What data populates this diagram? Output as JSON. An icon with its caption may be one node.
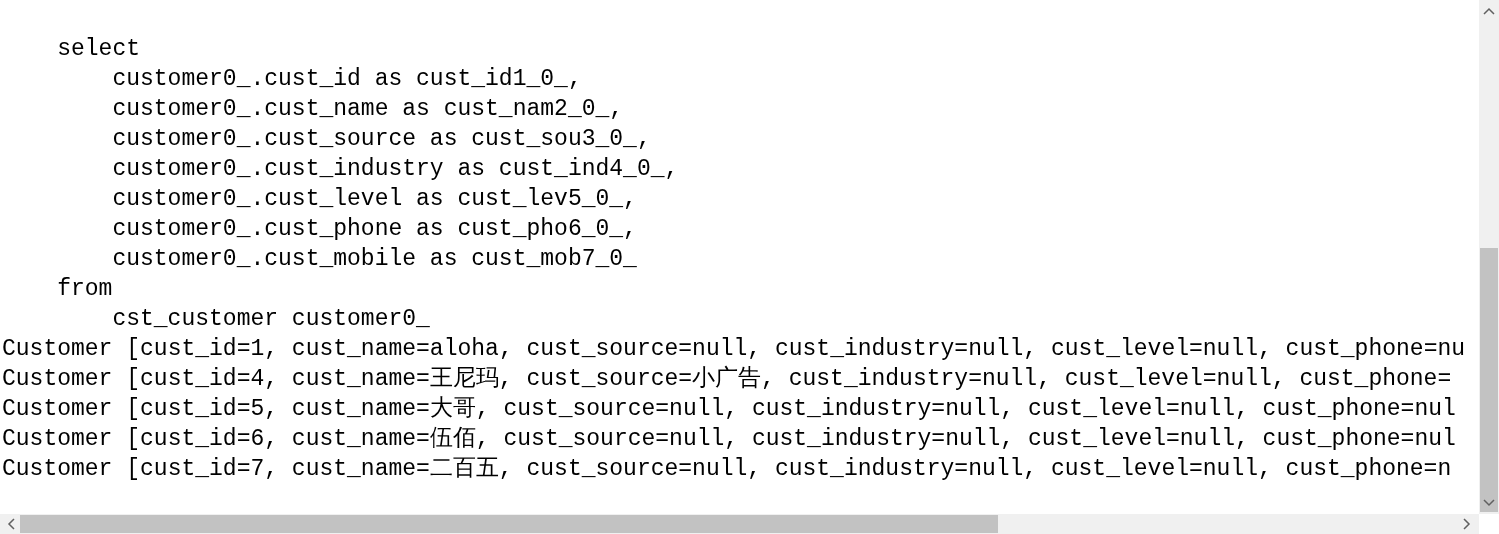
{
  "diagram": {
    "labels": [
      "select",
      "customer0_.cust_id as cust_id1_0_,",
      "customer0_.cust_name as cust_nam2_0_,",
      "customer0_.cust_source as cust_sou3_0_,",
      "customer0_.cust_industry as cust_ind4_0_,",
      "customer0_.cust_level as cust_lev5_0_,",
      "customer0_.cust_phone as cust_pho6_0_,",
      "customer0_.cust_mobile as cust_mob7_0_",
      "from",
      "cst_customer customer0_",
      "Customer [cust_id=1, cust_name=aloha, cust_source=null, cust_industry=null, cust_level=null, cust_phone=nu",
      "Customer [cust_id=4, cust_name=王尼玛, cust_source=小广告, cust_industry=null, cust_level=null, cust_phone=",
      "Customer [cust_id=5, cust_name=大哥, cust_source=null, cust_industry=null, cust_level=null, cust_phone=nul",
      "Customer [cust_id=6, cust_name=伍佰, cust_source=null, cust_industry=null, cust_level=null, cust_phone=nul",
      "Customer [cust_id=7, cust_name=二百五, cust_source=null, cust_industry=null, cust_level=null, cust_phone=n"
    ]
  }
}
